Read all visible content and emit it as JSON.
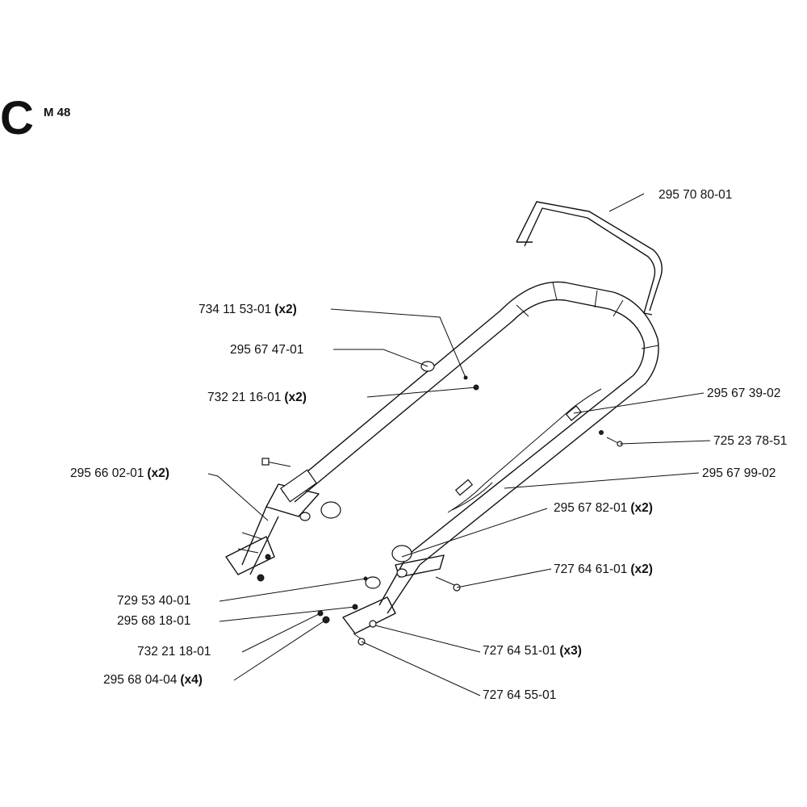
{
  "section": {
    "letter": "C",
    "model": "M 48"
  },
  "callouts": [
    {
      "part": "295 70 80-01",
      "qty": ""
    },
    {
      "part": "734 11 53-01",
      "qty": "(x2)"
    },
    {
      "part": "295 67 47-01",
      "qty": ""
    },
    {
      "part": "732 21 16-01",
      "qty": "(x2)"
    },
    {
      "part": "295 67 39-02",
      "qty": ""
    },
    {
      "part": "725 23 78-51",
      "qty": ""
    },
    {
      "part": "295 67 99-02",
      "qty": ""
    },
    {
      "part": "295 66 02-01",
      "qty": "(x2)"
    },
    {
      "part": "295 67 82-01",
      "qty": "(x2)"
    },
    {
      "part": "727 64 61-01",
      "qty": "(x2)"
    },
    {
      "part": "729 53 40-01",
      "qty": ""
    },
    {
      "part": "295 68 18-01",
      "qty": ""
    },
    {
      "part": "732 21 18-01",
      "qty": ""
    },
    {
      "part": "727 64 51-01",
      "qty": "(x3)"
    },
    {
      "part": "295 68 04-04",
      "qty": "(x4)"
    },
    {
      "part": "727 64 55-01",
      "qty": ""
    }
  ]
}
